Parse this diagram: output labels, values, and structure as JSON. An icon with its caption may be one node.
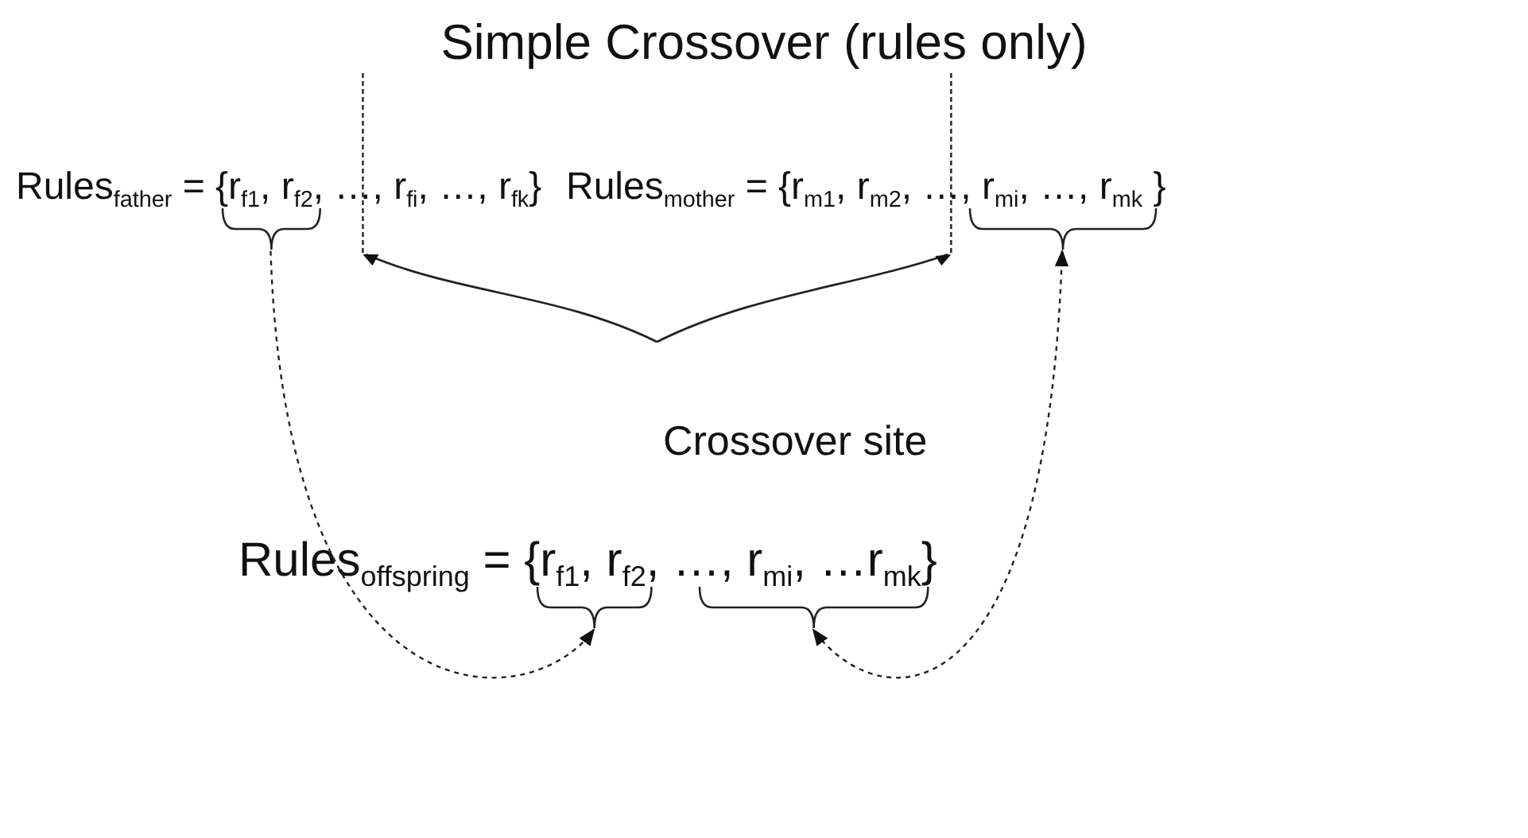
{
  "diagram": {
    "title": "Simple Crossover (rules only)",
    "nodes": [
      {
        "text": [
          "Rules$_{father}$ = {r$_{f1}$, r$_{f2}$, …, r$_{fi}$, …, r$_{fk}$}"
        ]
      },
      {
        "text": [
          "Rules$_{mother}$ = {r$_{m1}$, r$_{m2}$, …, r$_{mi}$, …, r$_{mk}$ }"
        ]
      },
      {
        "text": [],
        "shape": "brace"
      },
      {
        "text": [],
        "shape": "brace"
      },
      {
        "text": [
          "Rules$_{offspring}$ = {r$_{f1}$, r$_{f2}$, …, r$_{mi}$, …r$_{mk}$}"
        ]
      },
      {
        "text": [],
        "shape": "brace"
      },
      {
        "text": [],
        "shape": "brace"
      }
    ],
    "edges": [
      {
        "from": 2,
        "to": 5,
        "arrow": "to",
        "style": "dashed"
      },
      {
        "from": 3,
        "to": 6,
        "arrow": "both",
        "style": "dashed"
      }
    ],
    "labels": [
      "Crossover site"
    ]
  }
}
